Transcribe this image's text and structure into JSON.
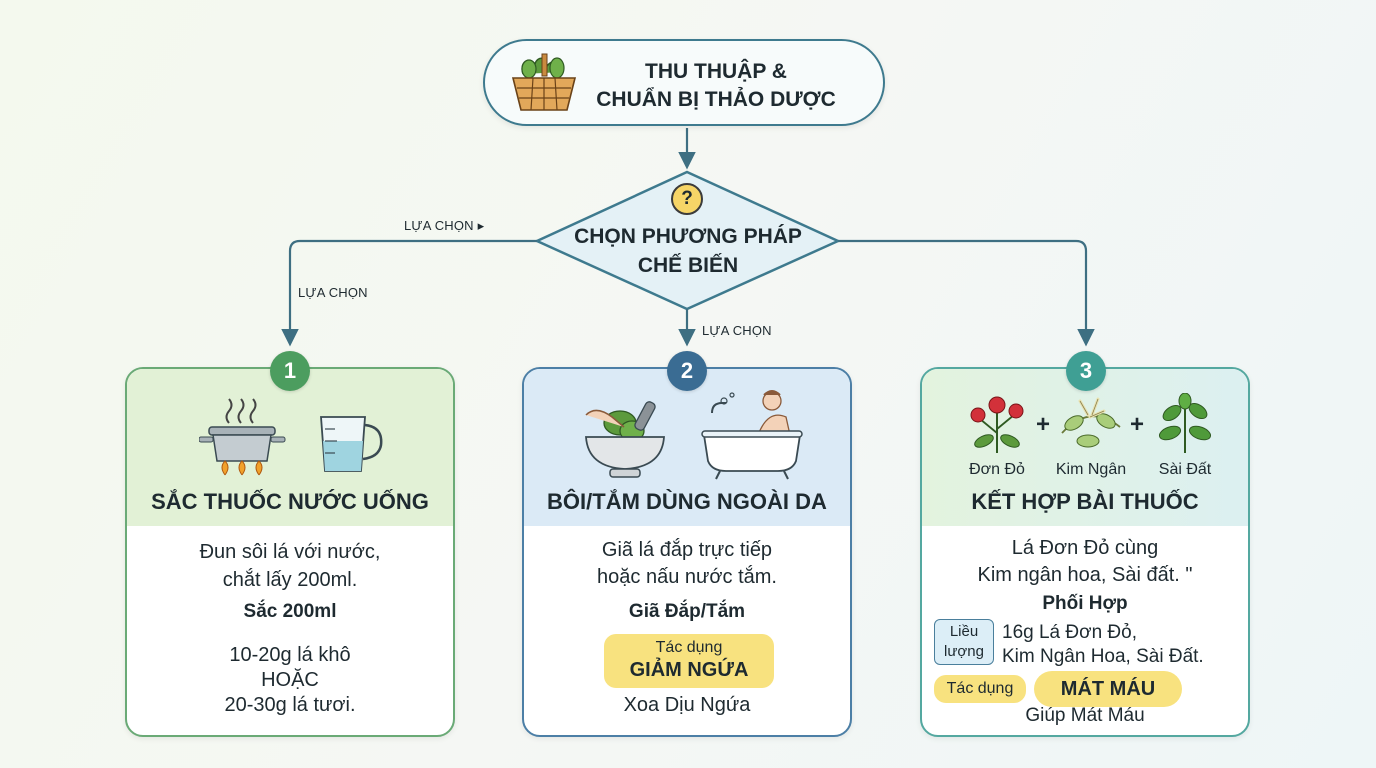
{
  "start": {
    "title_line1": "THU THUẬP &",
    "title_line2": "CHUẨN BỊ THẢO DƯỢC",
    "icon": "herb-basket-icon"
  },
  "decision": {
    "line1": "CHỌN PHƯƠNG PHÁP",
    "line2": "CHẾ BIẾN",
    "badge": "?"
  },
  "branch_labels": {
    "top_left": "LỰA CHỌN ▸",
    "left": "LỰA CHỌN",
    "center": "LỰA CHỌN"
  },
  "options": [
    {
      "number": "1",
      "title": "SẮC THUỐC NƯỚC UỐNG",
      "desc_line1": "Đun sôi lá với nước,",
      "desc_line2": "chắt lấy 200ml.",
      "highlight": "Sắc 200ml",
      "dose_line1": "10-20g lá khô",
      "dose_line2": "HOẶC",
      "dose_line3": "20-30g lá tươi.",
      "icons": [
        "boiling-pot-icon",
        "measuring-cup-icon"
      ]
    },
    {
      "number": "2",
      "title": "BÔI/TẮM DÙNG NGOÀI DA",
      "desc_line1": "Giã lá đắp trực tiếp",
      "desc_line2": "hoặc nấu nước tắm.",
      "highlight": "Giã Đắp/Tắm",
      "effect_label": "Tác dụng",
      "effect_value": "GIẢM NGỨA",
      "effect_desc": "Xoa Dịu Ngứa",
      "icons": [
        "mortar-pestle-icon",
        "bathtub-icon"
      ]
    },
    {
      "number": "3",
      "title": "KẾT HỢP BÀI THUỐC",
      "herbs": [
        "Đơn Đỏ",
        "Kim Ngân",
        "Sài Đất"
      ],
      "desc_line1": "Lá Đơn Đỏ cùng",
      "desc_line2": "Kim ngân hoa, Sài đất. \"",
      "highlight": "Phối Hợp",
      "dose_label_line1": "Liều",
      "dose_label_line2": "lượng",
      "dose_line1": "16g Lá Đơn Đỏ,",
      "dose_line2": "Kim Ngân Hoa, Sài Đất.",
      "effect_label": "Tác dụng",
      "effect_value": "MÁT MÁU",
      "effect_desc": "Giúp Mát Máu"
    }
  ]
}
